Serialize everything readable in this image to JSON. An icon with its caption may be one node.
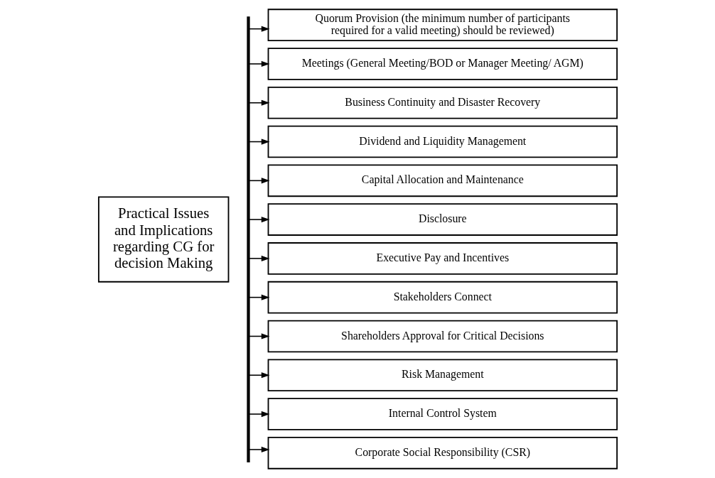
{
  "diagram": {
    "nodes": [
      {
        "text": [
          "Practical Issues and Implications regarding CG for decision Making"
        ]
      },
      {
        "text": [],
        "shape": "bar"
      },
      {
        "text": [
          "Quorum Provision (the minimum number of participants required for a valid meeting) should be reviewed)"
        ]
      },
      {
        "text": [
          "Meetings (General Meeting/BOD or Manager Meeting/ AGM)"
        ]
      },
      {
        "text": [
          "Business Continuity and Disaster Recovery"
        ]
      },
      {
        "text": [
          "Dividend and Liquidity Management"
        ]
      },
      {
        "text": [
          "Capital Allocation and Maintenance"
        ]
      },
      {
        "text": [
          "Disclosure"
        ]
      },
      {
        "text": [
          "Executive Pay and Incentives"
        ]
      },
      {
        "text": [
          "Stakeholders Connect"
        ]
      },
      {
        "text": [
          "Shareholders Approval for Critical Decisions"
        ]
      },
      {
        "text": [
          "Risk Management"
        ]
      },
      {
        "text": [
          "Internal Control System"
        ]
      },
      {
        "text": [
          "Corporate Social Responsibility (CSR)"
        ]
      }
    ],
    "edges": [
      {
        "from": 1,
        "to": 2,
        "arrow": "to"
      },
      {
        "from": 1,
        "to": 3,
        "arrow": "to"
      },
      {
        "from": 1,
        "to": 4,
        "arrow": "to"
      },
      {
        "from": 1,
        "to": 5,
        "arrow": "to"
      },
      {
        "from": 1,
        "to": 6,
        "arrow": "to"
      },
      {
        "from": 1,
        "to": 7,
        "arrow": "to"
      },
      {
        "from": 1,
        "to": 8,
        "arrow": "to"
      },
      {
        "from": 1,
        "to": 9,
        "arrow": "to"
      },
      {
        "from": 1,
        "to": 10,
        "arrow": "to"
      },
      {
        "from": 1,
        "to": 11,
        "arrow": "to"
      },
      {
        "from": 1,
        "to": 12,
        "arrow": "to"
      },
      {
        "from": 1,
        "to": 13,
        "arrow": "to"
      }
    ]
  }
}
